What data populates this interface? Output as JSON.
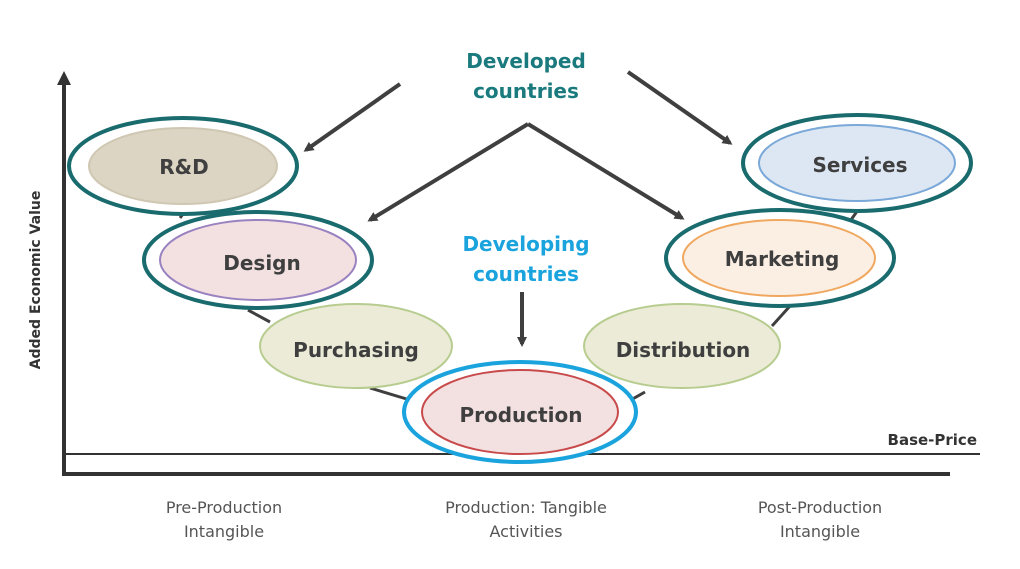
{
  "labels": {
    "developed_line1": "Developed",
    "developed_line2": "countries",
    "developing_line1": "Developing",
    "developing_line2": "countries",
    "y_axis": "Added Economic Value",
    "base_price": "Base-Price"
  },
  "nodes": {
    "rd": "R&D",
    "design": "Design",
    "purchasing": "Purchasing",
    "production": "Production",
    "distribution": "Distribution",
    "marketing": "Marketing",
    "services": "Services"
  },
  "phases": {
    "pre_line1": "Pre-Production",
    "pre_line2": "Intangible",
    "prod_line1": "Production: Tangible",
    "prod_line2": "Activities",
    "post_line1": "Post-Production",
    "post_line2": "Intangible"
  },
  "colors": {
    "developed_ring": "#1a6b6e",
    "developing_ring": "#1aa3dd",
    "arrow": "#3f3f3f",
    "axis": "#333333"
  }
}
